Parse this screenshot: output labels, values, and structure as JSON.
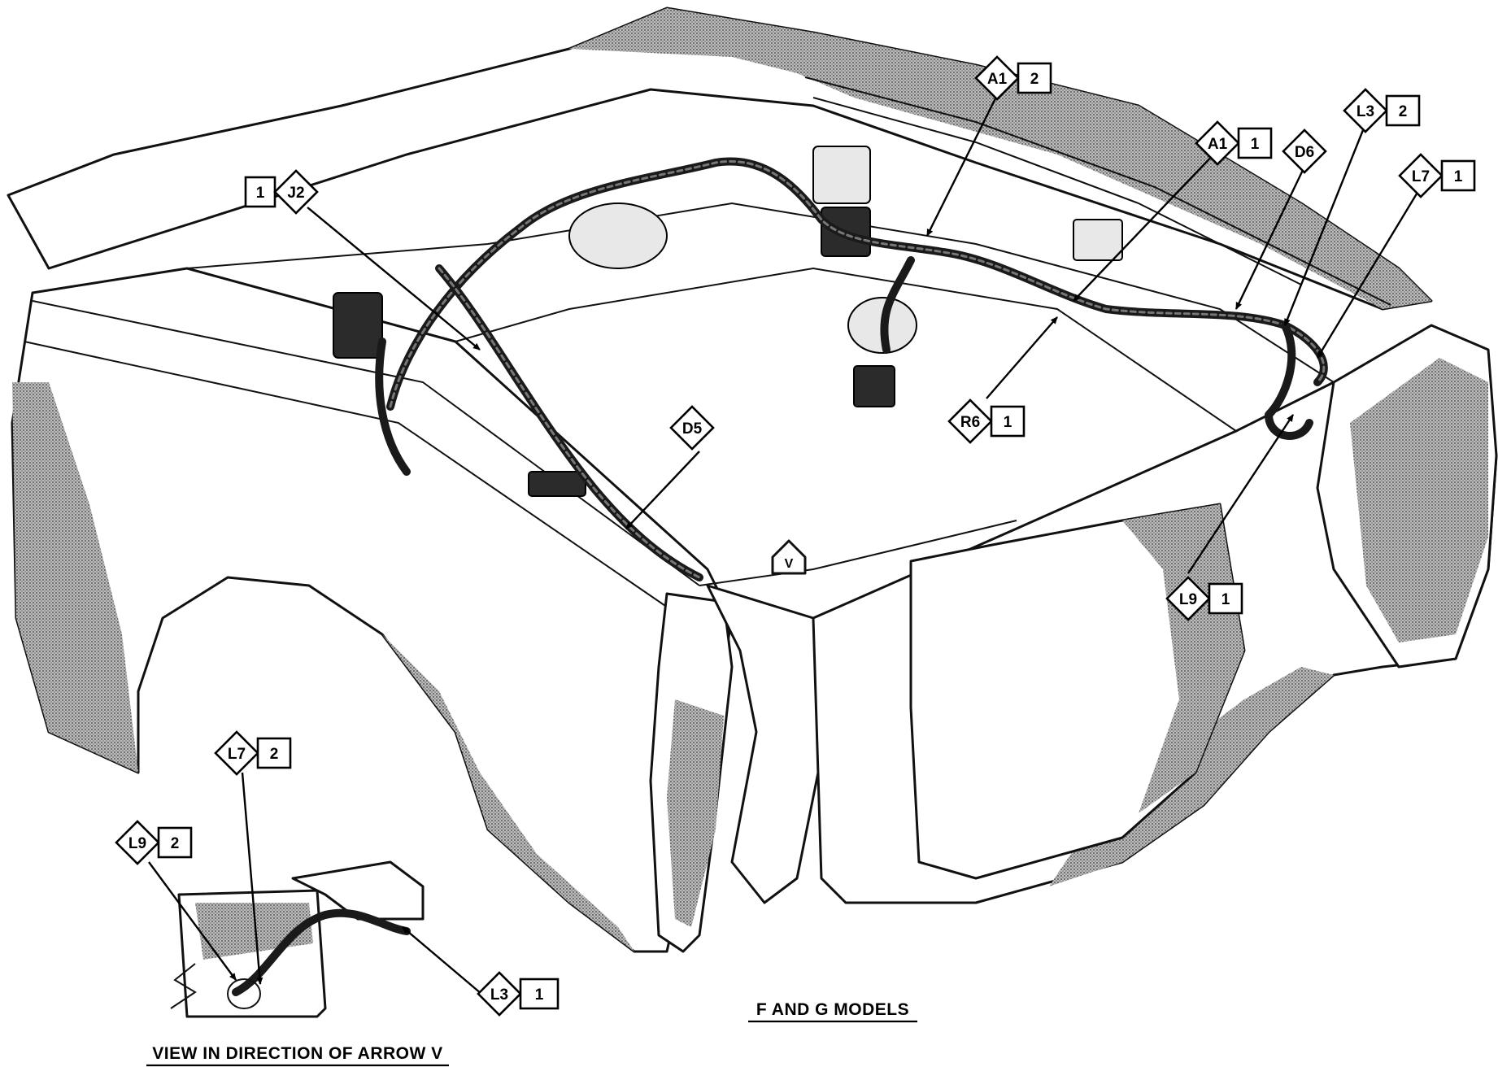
{
  "title": "F AND G MODELS",
  "inset_caption": "VIEW IN DIRECTION OF ARROW V",
  "arrow_v_label": "V",
  "callouts": [
    {
      "id": "a1-2",
      "code": "A1",
      "num": "2"
    },
    {
      "id": "l3-2",
      "code": "L3",
      "num": "2"
    },
    {
      "id": "a1-1",
      "code": "A1",
      "num": "1"
    },
    {
      "id": "d6",
      "code": "D6",
      "num": ""
    },
    {
      "id": "l7-1",
      "code": "L7",
      "num": "1"
    },
    {
      "id": "j2-1",
      "code": "J2",
      "num": "1"
    },
    {
      "id": "d5",
      "code": "D5",
      "num": ""
    },
    {
      "id": "r6-1",
      "code": "R6",
      "num": "1"
    },
    {
      "id": "l9-1",
      "code": "L9",
      "num": "1"
    },
    {
      "id": "l7-2",
      "code": "L7",
      "num": "2"
    },
    {
      "id": "l9-2",
      "code": "L9",
      "num": "2"
    },
    {
      "id": "l3-1",
      "code": "L3",
      "num": "1"
    }
  ]
}
